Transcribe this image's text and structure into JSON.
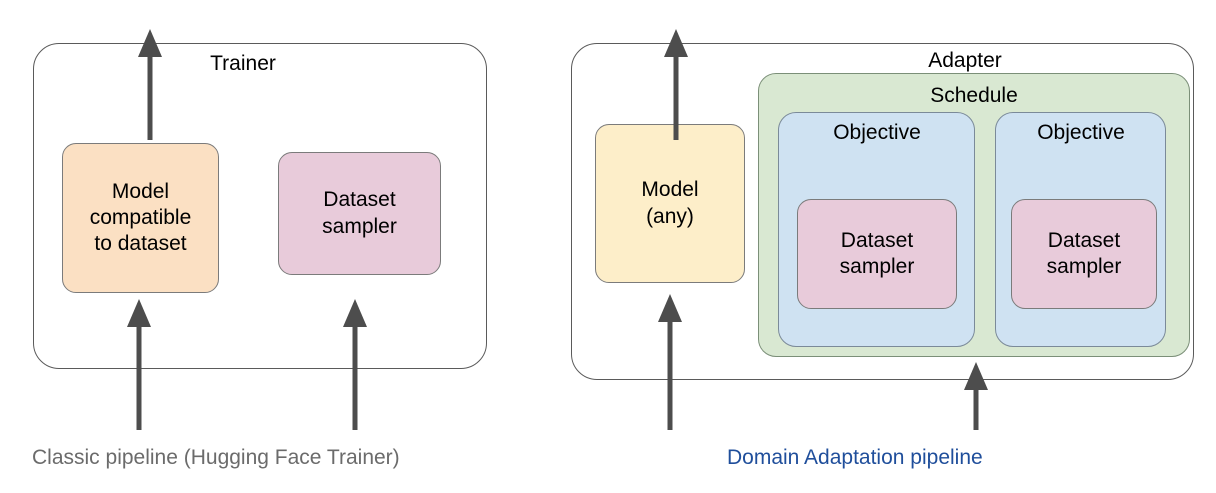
{
  "diagram": {
    "title_left": "Classic pipeline (Hugging Face Trainer)",
    "title_right": "Domain Adaptation pipeline",
    "colors": {
      "orange": "#fbe0c3",
      "pink": "#e8cbda",
      "yellow": "#fdeec9",
      "green": "#d9e8d2",
      "blue": "#cfe2f2",
      "stroke": "#7b7b7b",
      "outer_stroke": "#5a5a5a",
      "arrow": "#4d4d4d",
      "caption_gray": "#6b6b6b",
      "caption_blue": "#1f4e9b"
    }
  },
  "left_panel": {
    "container_label": "Trainer",
    "model_box": {
      "label": "Model\ncompatible\nto dataset",
      "fill": "#fbe0c3"
    },
    "sampler_box": {
      "label": "Dataset\nsampler",
      "fill": "#e8cbda"
    },
    "caption": "Classic pipeline (Hugging Face Trainer)",
    "caption_color": "#6b6b6b",
    "arrows": [
      {
        "name": "output-arrow",
        "direction": "up"
      },
      {
        "name": "model-input-arrow",
        "direction": "up"
      },
      {
        "name": "sampler-input-arrow",
        "direction": "up"
      }
    ]
  },
  "right_panel": {
    "container_label": "Adapter",
    "schedule_label": "Schedule",
    "model_box": {
      "label": "Model\n(any)",
      "fill": "#fdeec9"
    },
    "objectives": [
      {
        "label": "Objective",
        "fill": "#cfe2f2",
        "sampler": {
          "label": "Dataset\nsampler",
          "fill": "#e8cbda"
        }
      },
      {
        "label": "Objective",
        "fill": "#cfe2f2",
        "sampler": {
          "label": "Dataset\nsampler",
          "fill": "#e8cbda"
        }
      }
    ],
    "caption": "Domain Adaptation pipeline",
    "caption_color": "#1f4e9b",
    "arrows": [
      {
        "name": "output-arrow",
        "direction": "up"
      },
      {
        "name": "model-input-arrow",
        "direction": "up"
      },
      {
        "name": "schedule-input-arrow",
        "direction": "up"
      }
    ]
  }
}
